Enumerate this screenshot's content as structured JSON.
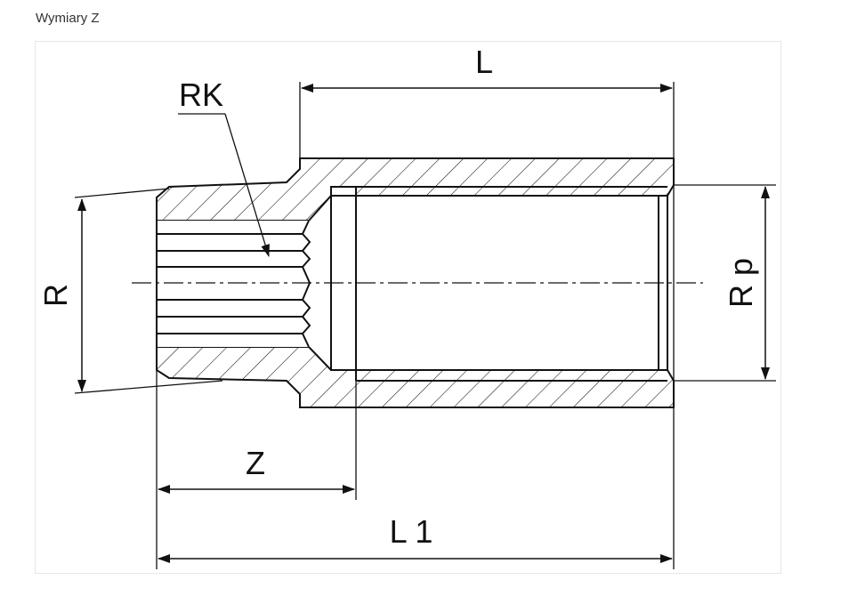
{
  "page": {
    "title": "Wymiary Z"
  },
  "diagram": {
    "labels": {
      "L": "L",
      "RK": "RK",
      "R": "R",
      "Rp": "R p",
      "Z": "Z",
      "L1": "L 1"
    },
    "colors": {
      "line": "#111111",
      "frame": "#e6e6e6",
      "text": "#333333"
    }
  }
}
